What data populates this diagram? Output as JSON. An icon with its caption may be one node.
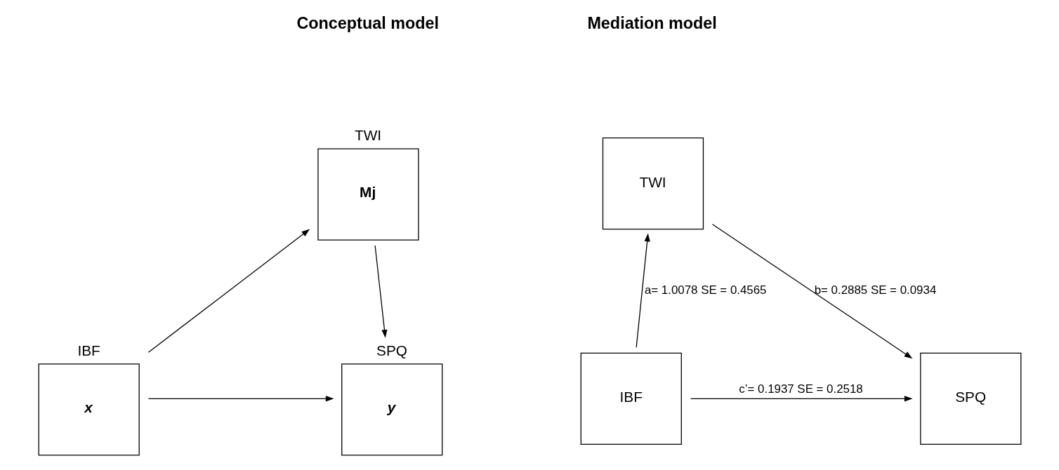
{
  "diagram": {
    "nodes": [
      {
        "text": [
          "TWI",
          "Mj"
        ]
      },
      {
        "text": [
          "IBF",
          "x"
        ]
      },
      {
        "text": [
          "SPQ",
          "y"
        ]
      },
      {
        "text": [
          "TWI"
        ]
      },
      {
        "text": [
          "IBF"
        ]
      },
      {
        "text": [
          "SPQ"
        ]
      }
    ],
    "edges": [
      {
        "from": 1,
        "to": 0,
        "arrow": "to"
      },
      {
        "from": 0,
        "to": 2,
        "arrow": "to"
      },
      {
        "from": 1,
        "to": 2,
        "arrow": "to"
      },
      {
        "from": 4,
        "to": 3,
        "arrow": "to",
        "label": "a= 1.0078 SE = 0.4565"
      },
      {
        "from": 3,
        "to": 5,
        "arrow": "to",
        "label": "b= 0.2885 SE = 0.0934"
      },
      {
        "from": 4,
        "to": 5,
        "arrow": "to",
        "label": "c’= 0.1937 SE = 0.2518"
      }
    ],
    "labels": [
      "Conceptual model",
      "Mediation model"
    ]
  }
}
